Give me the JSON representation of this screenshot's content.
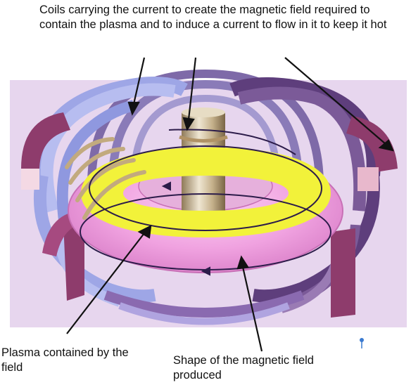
{
  "labels": {
    "coils": "Coils carrying the current to create the magnetic field required to contain the plasma and to induce a current to flow in it to keep it hot",
    "plasma": "Plasma contained by the field",
    "field_shape": "Shape of the magnetic field produced"
  },
  "colors": {
    "background_panel": "#e7d6ee",
    "coil_blue": "#9ea6e6",
    "coil_purple": "#6f4a86",
    "coil_magenta": "#8e3c6c",
    "torus_pink": "#f3a6e4",
    "plasma_yellow": "#f2f23a",
    "central_solenoid": "#c8b48e",
    "field_line": "#2c1c4a",
    "pointer_blue": "#3a7ad0"
  }
}
